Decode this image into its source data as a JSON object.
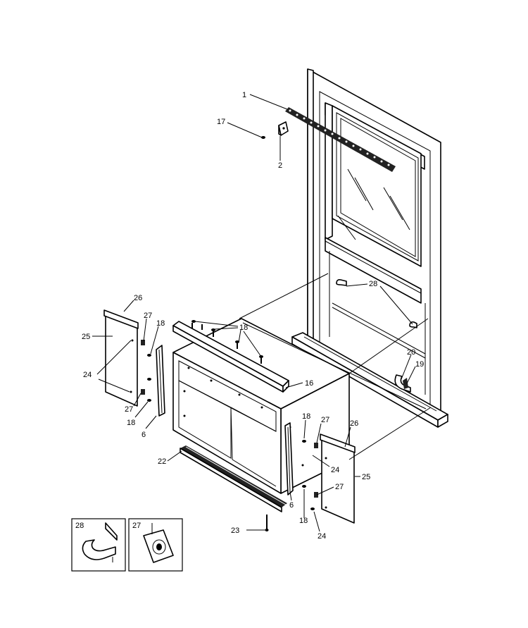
{
  "callouts": {
    "c1": "1",
    "c2": "2",
    "c17": "17",
    "c28_top": "28",
    "c20": "20",
    "c19": "19",
    "c26_left": "26",
    "c27_left_top": "27",
    "c18_left_top": "18",
    "c25_left": "25",
    "c24_left": "24",
    "c27_left_bottom": "27",
    "c18_left_bottom": "18",
    "c6_left": "6",
    "c18_top": "18",
    "c16": "16",
    "c22": "22",
    "c6_right": "6",
    "c23": "23",
    "c18_right_top": "18",
    "c27_right_top": "27",
    "c26_right": "26",
    "c24_right_top": "24",
    "c25_right": "25",
    "c27_right_bottom": "27",
    "c18_right_bottom": "18",
    "c24_right_bottom": "24",
    "inset28": "28",
    "inset27": "27"
  }
}
